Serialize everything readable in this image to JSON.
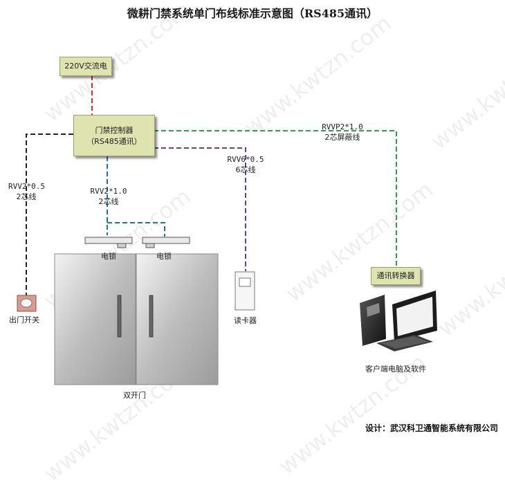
{
  "title": "微耕门禁系统单门布线标准示意图（RS485通讯）",
  "power": {
    "label": "220V交流电"
  },
  "controller": {
    "line1": "门禁控制器",
    "line2": "（RS485通讯）"
  },
  "cables": {
    "exit_button": {
      "line1": "RVV2*0.5",
      "line2": "2芯线"
    },
    "lock": {
      "line1": "RVV2*1.0",
      "line2": "2芯线"
    },
    "reader": {
      "line1": "RVV6*0.5",
      "line2": "6芯线"
    },
    "comm": {
      "line1": "RVVP2*1.0",
      "line2": "2芯屏蔽线"
    }
  },
  "lock_left": "电锁",
  "lock_right": "电锁",
  "door": "双开门",
  "card_reader": "读卡器",
  "exit_button": "出门开关",
  "converter": "通讯转换器",
  "pc": "客户端电脑及软件",
  "footer": "设计：武汉科卫通智能系统有限公司",
  "watermark": "www.kwtzn.com",
  "colors": {
    "power_wire": "#d42a2a",
    "exit_wire": "#222222",
    "lock_wire": "#1f6fb0",
    "reader_wire": "#6a3d9a",
    "comm_wire": "#2e9e4a",
    "box_fill": "#dfe3b0"
  }
}
